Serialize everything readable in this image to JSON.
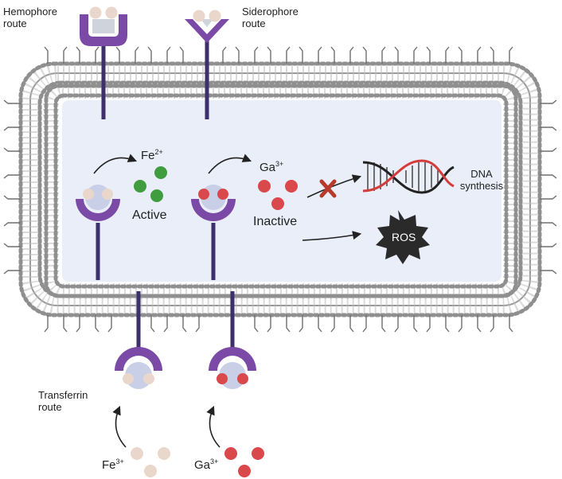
{
  "colors": {
    "membrane": "#8f8f8f",
    "cytoplasm": "#e9eef8",
    "receptor_purple": "#7b4aa6",
    "stalk": "#3c2f6b",
    "ion_active": "#3f9c3f",
    "ion_gallium": "#d9494c",
    "ion_fe3": "#ead7cc",
    "cross_red": "#b73a2a",
    "dna_red": "#d43b3b",
    "ros_fill": "#2a2a2a"
  },
  "labels": {
    "hemophore": "Hemophore\nroute",
    "siderophore": "Siderophore\nroute",
    "transferrin": "Transferrin\nroute",
    "active": "Active",
    "inactive": "Inactive",
    "dna": "DNA\nsynthesis",
    "ros": "ROS"
  },
  "ions": {
    "fe2": {
      "symbol": "Fe",
      "charge": "2+"
    },
    "ga3_inside": {
      "symbol": "Ga",
      "charge": "3+"
    },
    "fe3_outside": {
      "symbol": "Fe",
      "charge": "3+"
    },
    "ga3_outside": {
      "symbol": "Ga",
      "charge": "3+"
    }
  },
  "icons": [
    "hemophore-receptor-icon",
    "siderophore-receptor-icon",
    "transferrin-receptor-icon",
    "dna-helix-icon",
    "blocked-x-icon",
    "ros-burst-icon"
  ]
}
